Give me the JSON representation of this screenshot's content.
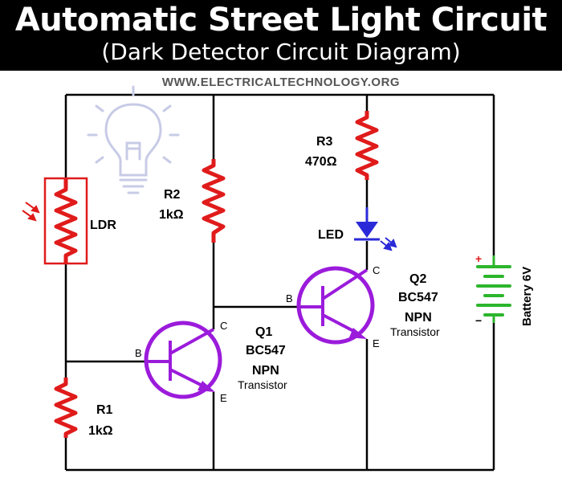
{
  "header": {
    "title": "Automatic Street Light Circuit",
    "subtitle": "(Dark Detector Circuit Diagram)",
    "website": "WWW.ELECTRICALTECHNOLOGY.ORG"
  },
  "components": {
    "ldr": {
      "label": "LDR"
    },
    "r1": {
      "name": "R1",
      "value": "1kΩ"
    },
    "r2": {
      "name": "R2",
      "value": "1kΩ"
    },
    "r3": {
      "name": "R3",
      "value": "470Ω"
    },
    "led": {
      "label": "LED"
    },
    "q1": {
      "name": "Q1",
      "part": "BC547",
      "type": "NPN",
      "desc": "Transistor",
      "pin_b": "B",
      "pin_c": "C",
      "pin_e": "E"
    },
    "q2": {
      "name": "Q2",
      "part": "BC547",
      "type": "NPN",
      "desc": "Transistor",
      "pin_b": "B",
      "pin_c": "C",
      "pin_e": "E"
    },
    "battery": {
      "label": "Battery 6V",
      "plus": "+",
      "minus": "−"
    }
  },
  "colors": {
    "wire": "#000000",
    "resistor": "#e01b1b",
    "transistor": "#9b1bdb",
    "led": "#2a2ad8",
    "battery": "#2cb52c",
    "bulb": "#c8cbe6"
  }
}
